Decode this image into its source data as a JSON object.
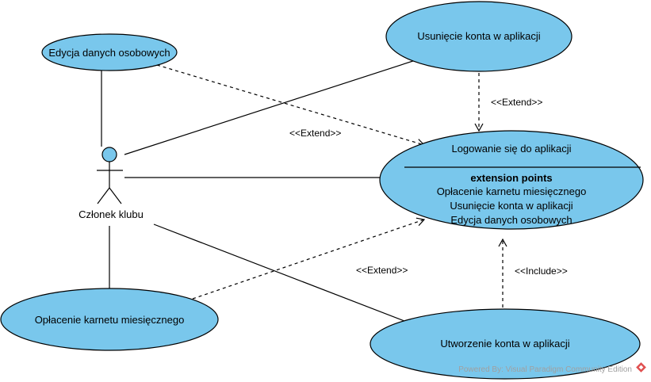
{
  "diagram": {
    "actor": {
      "name": "Członek klubu"
    },
    "use_cases": {
      "edycja": "Edycja danych osobowych",
      "usuniecie": "Usunięcie konta w aplikacji",
      "logowanie": "Logowanie się do aplikacji",
      "oplacenie": "Opłacenie karnetu miesięcznego",
      "utworzenie": "Utworzenie konta w aplikacji"
    },
    "extension_points": {
      "title": "extension points",
      "items": [
        "Opłacenie karnetu miesięcznego",
        "Usunięcie konta w aplikacji",
        "Edycja danych osobowych"
      ]
    },
    "relations": {
      "extend_edycja": "<<Extend>>",
      "extend_usuniecie": "<<Extend>>",
      "extend_oplacenie": "<<Extend>>",
      "include_utworzenie": "<<Include>>"
    },
    "watermark": "Powered By: Visual Paradigm Community Edition",
    "colors": {
      "use_case_fill": "#79c7ec",
      "watermark_logo": "#e05050"
    }
  }
}
